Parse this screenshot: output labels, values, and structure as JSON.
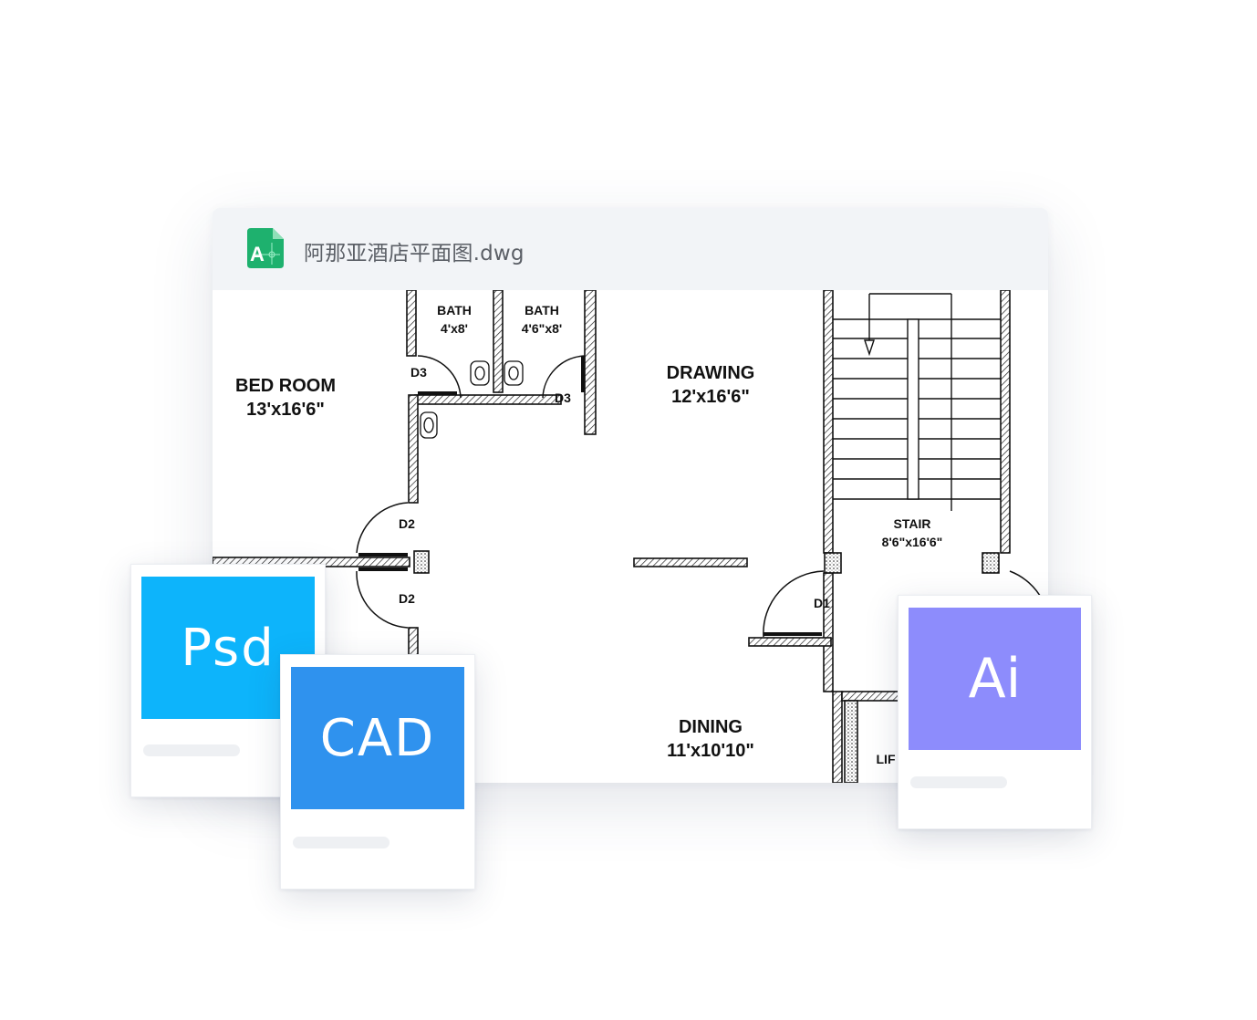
{
  "window": {
    "file_name": "阿那亚酒店平面图.dwg",
    "icon": "autocad-file-icon",
    "icon_letter": "A",
    "icon_color": "#1eb16e"
  },
  "floor_plan": {
    "rooms": [
      {
        "name": "BED ROOM",
        "size": "13'x16'6\""
      },
      {
        "name": "BATH",
        "size": "4'x8'"
      },
      {
        "name": "BATH",
        "size": "4'6\"x8'"
      },
      {
        "name": "DRAWING",
        "size": "12'x16'6\""
      },
      {
        "name": "STAIR",
        "size": "8'6\"x16'6\""
      },
      {
        "name": "DINING",
        "size": "11'x10'10\""
      },
      {
        "name": "LIF",
        "size": ""
      }
    ],
    "doors": [
      "D3",
      "D3",
      "D2",
      "D2",
      "D1"
    ]
  },
  "cards": [
    {
      "label": "Psd",
      "color": "#0db4fb"
    },
    {
      "label": "CAD",
      "color": "#2f92ee"
    },
    {
      "label": "Ai",
      "color": "#8d8cfc"
    }
  ]
}
